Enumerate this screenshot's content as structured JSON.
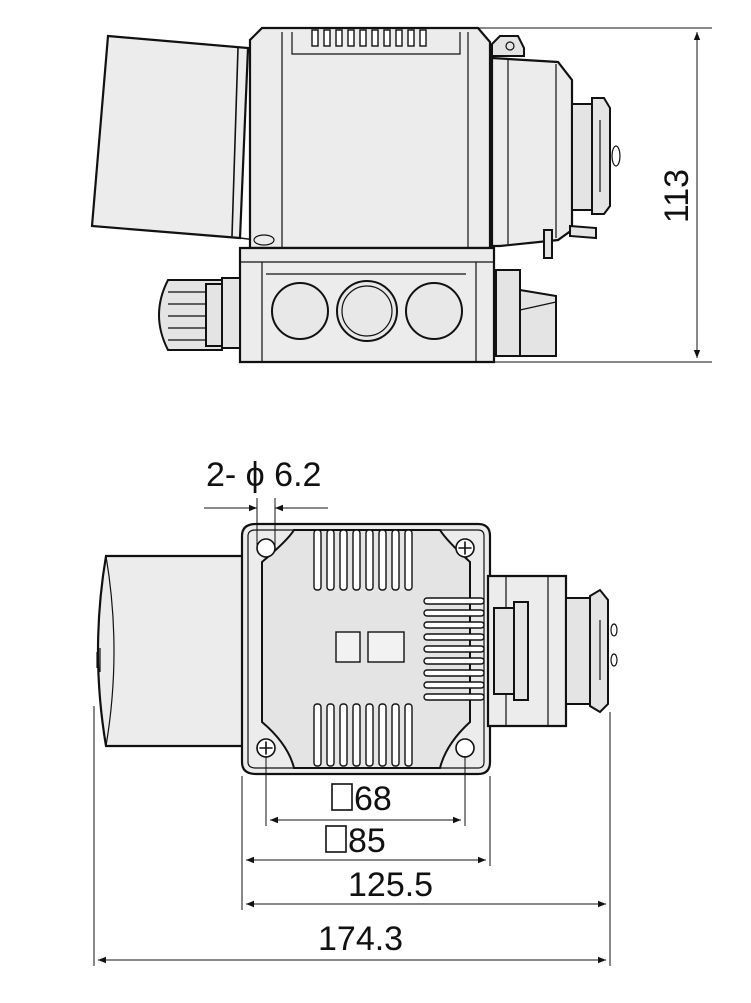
{
  "dimensions": {
    "height": "113",
    "hole": "2- ϕ 6.2",
    "square_68": "68",
    "square_85": "85",
    "width_125": "125.5",
    "width_174": "174.3"
  },
  "colors": {
    "line": "#111111",
    "body_fill": "#ececec",
    "background": "#ffffff"
  }
}
